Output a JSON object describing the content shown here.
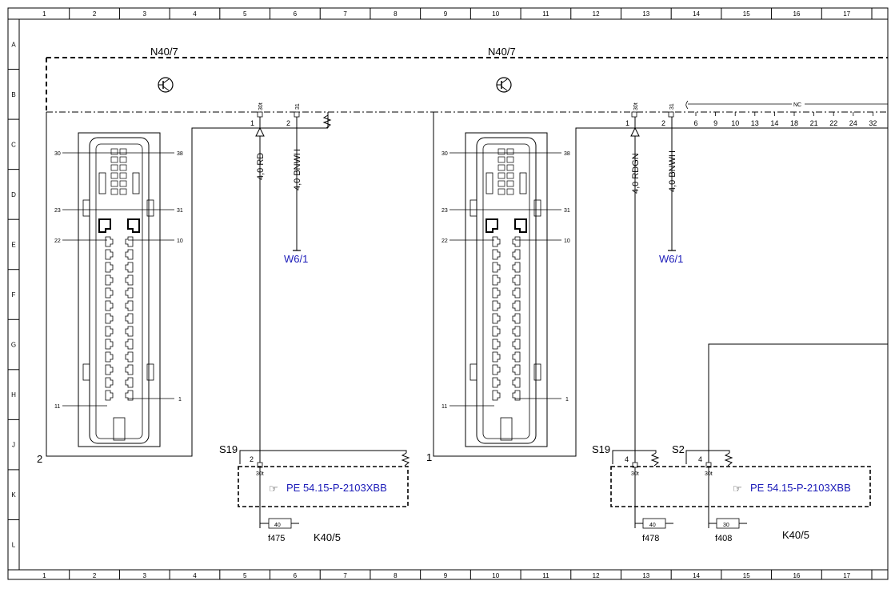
{
  "grid": {
    "columns": [
      "1",
      "2",
      "3",
      "4",
      "5",
      "6",
      "7",
      "8",
      "9",
      "10",
      "11",
      "12",
      "13",
      "14",
      "15",
      "16",
      "17"
    ],
    "rows": [
      "A",
      "B",
      "C",
      "D",
      "E",
      "F",
      "G",
      "H",
      "J",
      "K",
      "L"
    ]
  },
  "module_left": {
    "name": "N40/7",
    "pin_1": "1",
    "pin_2": "2",
    "term_30t": "30t",
    "term_31": "31",
    "frame_number": "2",
    "wire_1": "4,0 RD",
    "wire_2": "4,0 BNWH",
    "ground": "W6/1",
    "connector_labels": {
      "c30": "30",
      "c38": "38",
      "c23": "23",
      "c31": "31",
      "c22": "22",
      "c10": "10",
      "c11": "11",
      "c1": "1"
    },
    "splice": "S19",
    "splice_pin": "2",
    "splice_term": "30t",
    "ref": "PE 54.15-P-2103XBB",
    "fuse_value": "40",
    "fuse_name": "f475",
    "relay_box": "K40/5"
  },
  "module_right": {
    "name": "N40/7",
    "pin_1": "1",
    "pin_2": "2",
    "term_30t": "30t",
    "term_31": "31",
    "frame_number": "1",
    "nc_label": "NC",
    "nc_pins": [
      "6",
      "9",
      "10",
      "13",
      "14",
      "18",
      "21",
      "22",
      "24",
      "32"
    ],
    "wire_1": "4,0 RDGN",
    "wire_2": "4,0 BNWH",
    "ground": "W6/1",
    "connector_labels": {
      "c30": "30",
      "c38": "38",
      "c23": "23",
      "c31": "31",
      "c22": "22",
      "c10": "10",
      "c11": "11",
      "c1": "1"
    },
    "splice_a": "S19",
    "splice_a_pin": "4",
    "splice_a_term": "30t",
    "splice_b": "S2",
    "splice_b_pin": "4",
    "splice_b_term": "30t",
    "ref": "PE 54.15-P-2103XBB",
    "fuse_a_value": "40",
    "fuse_a_name": "f478",
    "fuse_b_value": "30",
    "fuse_b_name": "f408",
    "relay_box": "K40/5"
  }
}
